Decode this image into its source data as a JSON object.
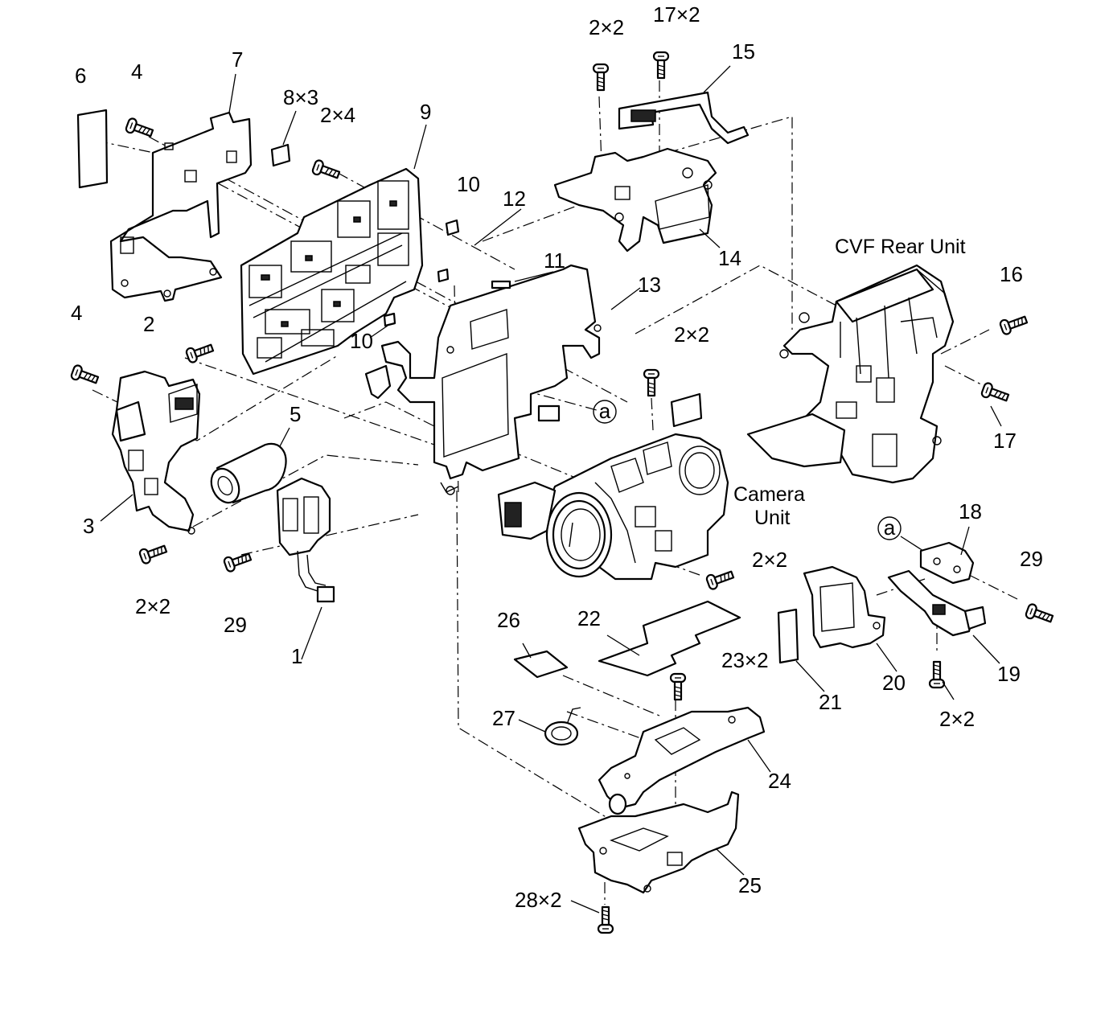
{
  "labels": {
    "p1": "1",
    "p2": "2",
    "p3": "3",
    "p4a": "4",
    "p4b": "4",
    "p5": "5",
    "p6": "6",
    "p7": "7",
    "p8": "8×3",
    "p9": "9",
    "p10a": "10",
    "p10b": "10",
    "p11": "11",
    "p12": "12",
    "p13": "13",
    "p14": "14",
    "p15": "15",
    "p16": "16",
    "p17a": "17×2",
    "p17b": "17",
    "p18": "18",
    "p19": "19",
    "p20": "20",
    "p21": "21",
    "p22": "22",
    "p23": "23×2",
    "p24": "24",
    "p25": "25",
    "p26": "26",
    "p27": "27",
    "p28": "28×2",
    "p29a": "29",
    "p29b": "29",
    "s2x2_top": "2×2",
    "s2x4": "2×4",
    "s2x2_center": "2×2",
    "s2x2_left": "2×2",
    "s2x2_camera": "2×2",
    "s2x2_right": "2×2"
  },
  "units": {
    "cvf_rear": "CVF Rear Unit",
    "camera_line1": "Camera",
    "camera_line2": "Unit"
  },
  "markers": {
    "a1": "a",
    "a2": "a"
  }
}
